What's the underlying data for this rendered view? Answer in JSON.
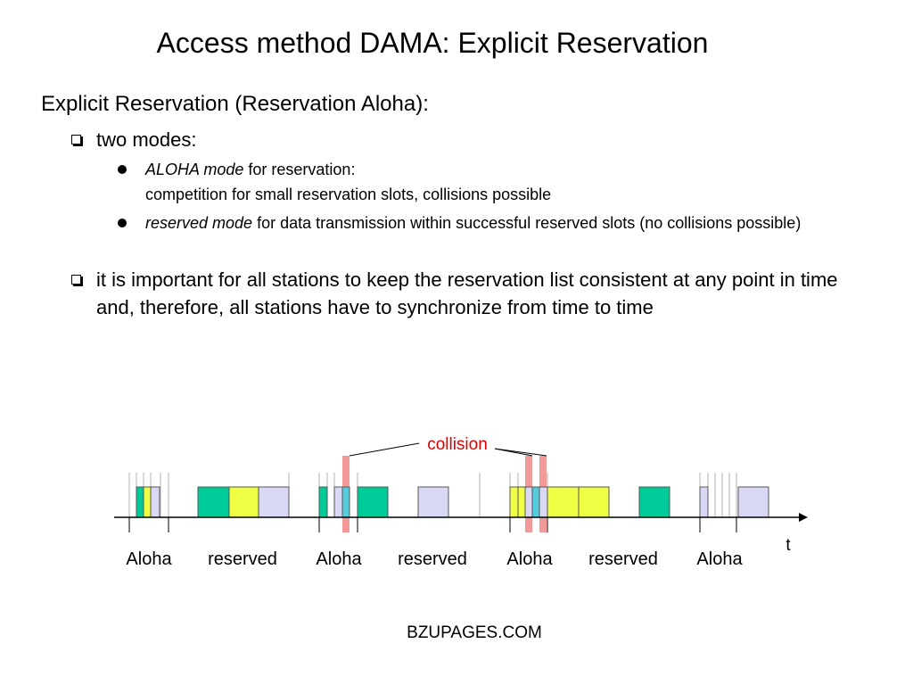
{
  "slide": {
    "title": "Access method DAMA: Explicit Reservation",
    "heading": "Explicit Reservation (Reservation Aloha):",
    "bullets": [
      {
        "text": "two modes:",
        "sub": [
          {
            "em": "ALOHA mode",
            "rest": " for reservation:",
            "line2": "competition for small reservation slots, collisions possible"
          },
          {
            "em": "reserved mode",
            "rest": " for data transmission within successful reserved slots (no collisions possible)"
          }
        ]
      },
      {
        "text": "it is important for all stations to keep the reservation list consistent at any point in time and, therefore, all stations have to synchronize from time to time"
      }
    ],
    "footer": "BZUPAGES.COM"
  },
  "diagram": {
    "collision_label": "collision",
    "time_label": "t",
    "phase_labels": [
      "Aloha",
      "reserved",
      "Aloha",
      "reserved",
      "Aloha",
      "reserved",
      "Aloha"
    ],
    "colors": {
      "green": "#00cc99",
      "yellow": "#eeff44",
      "lavender": "#d9d9f5",
      "cyan": "#55ccdd",
      "collision_highlight": "#f29a9a",
      "collision_text": "#e00000"
    }
  }
}
